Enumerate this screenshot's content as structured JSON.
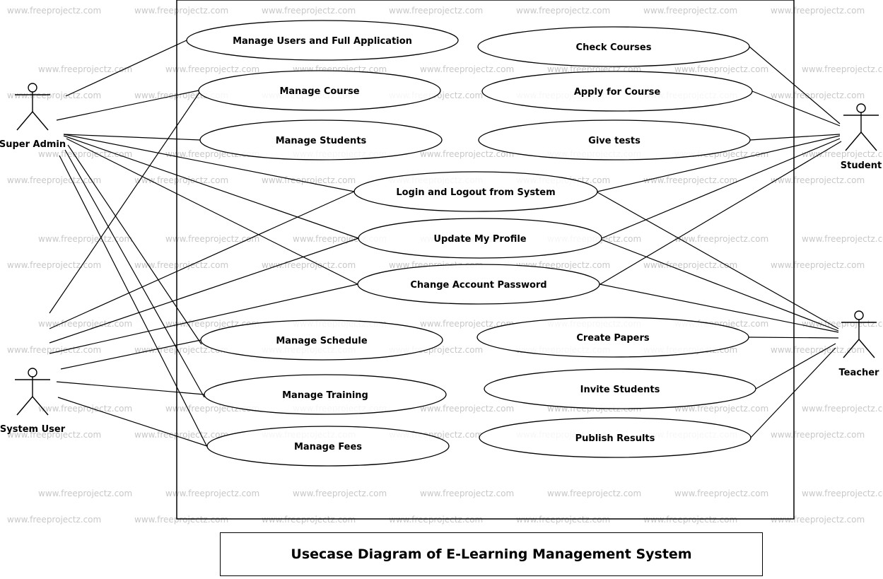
{
  "watermark": "www.freeprojectz.com",
  "caption": "Usecase Diagram of E-Learning Management System",
  "actors": [
    {
      "id": "super_admin",
      "label": "Super Admin"
    },
    {
      "id": "system_user",
      "label": "System User"
    },
    {
      "id": "student",
      "label": "Student"
    },
    {
      "id": "teacher",
      "label": "Teacher"
    }
  ],
  "use_cases": [
    {
      "id": "manage_users",
      "label": "Manage Users and Full Application"
    },
    {
      "id": "manage_course",
      "label": "Manage Course"
    },
    {
      "id": "manage_students",
      "label": "Manage Students"
    },
    {
      "id": "check_courses",
      "label": "Check Courses"
    },
    {
      "id": "apply_course",
      "label": "Apply for Course"
    },
    {
      "id": "give_tests",
      "label": "Give tests"
    },
    {
      "id": "login_logout",
      "label": "Login and Logout from System"
    },
    {
      "id": "update_profile",
      "label": "Update My Profile"
    },
    {
      "id": "change_password",
      "label": "Change Account Password"
    },
    {
      "id": "manage_schedule",
      "label": "Manage Schedule"
    },
    {
      "id": "manage_training",
      "label": "Manage Training"
    },
    {
      "id": "manage_fees",
      "label": "Manage Fees"
    },
    {
      "id": "create_papers",
      "label": "Create Papers"
    },
    {
      "id": "invite_students",
      "label": "Invite Students"
    },
    {
      "id": "publish_results",
      "label": "Publish Results"
    }
  ],
  "associations": [
    [
      "super_admin",
      "manage_users"
    ],
    [
      "super_admin",
      "manage_course"
    ],
    [
      "super_admin",
      "manage_students"
    ],
    [
      "super_admin",
      "login_logout"
    ],
    [
      "super_admin",
      "update_profile"
    ],
    [
      "super_admin",
      "change_password"
    ],
    [
      "super_admin",
      "manage_schedule"
    ],
    [
      "super_admin",
      "manage_training"
    ],
    [
      "super_admin",
      "manage_fees"
    ],
    [
      "system_user",
      "manage_course"
    ],
    [
      "system_user",
      "login_logout"
    ],
    [
      "system_user",
      "update_profile"
    ],
    [
      "system_user",
      "change_password"
    ],
    [
      "system_user",
      "manage_schedule"
    ],
    [
      "system_user",
      "manage_training"
    ],
    [
      "system_user",
      "manage_fees"
    ],
    [
      "student",
      "check_courses"
    ],
    [
      "student",
      "apply_course"
    ],
    [
      "student",
      "give_tests"
    ],
    [
      "student",
      "login_logout"
    ],
    [
      "student",
      "update_profile"
    ],
    [
      "student",
      "change_password"
    ],
    [
      "teacher",
      "login_logout"
    ],
    [
      "teacher",
      "update_profile"
    ],
    [
      "teacher",
      "change_password"
    ],
    [
      "teacher",
      "create_papers"
    ],
    [
      "teacher",
      "invite_students"
    ],
    [
      "teacher",
      "publish_results"
    ]
  ]
}
